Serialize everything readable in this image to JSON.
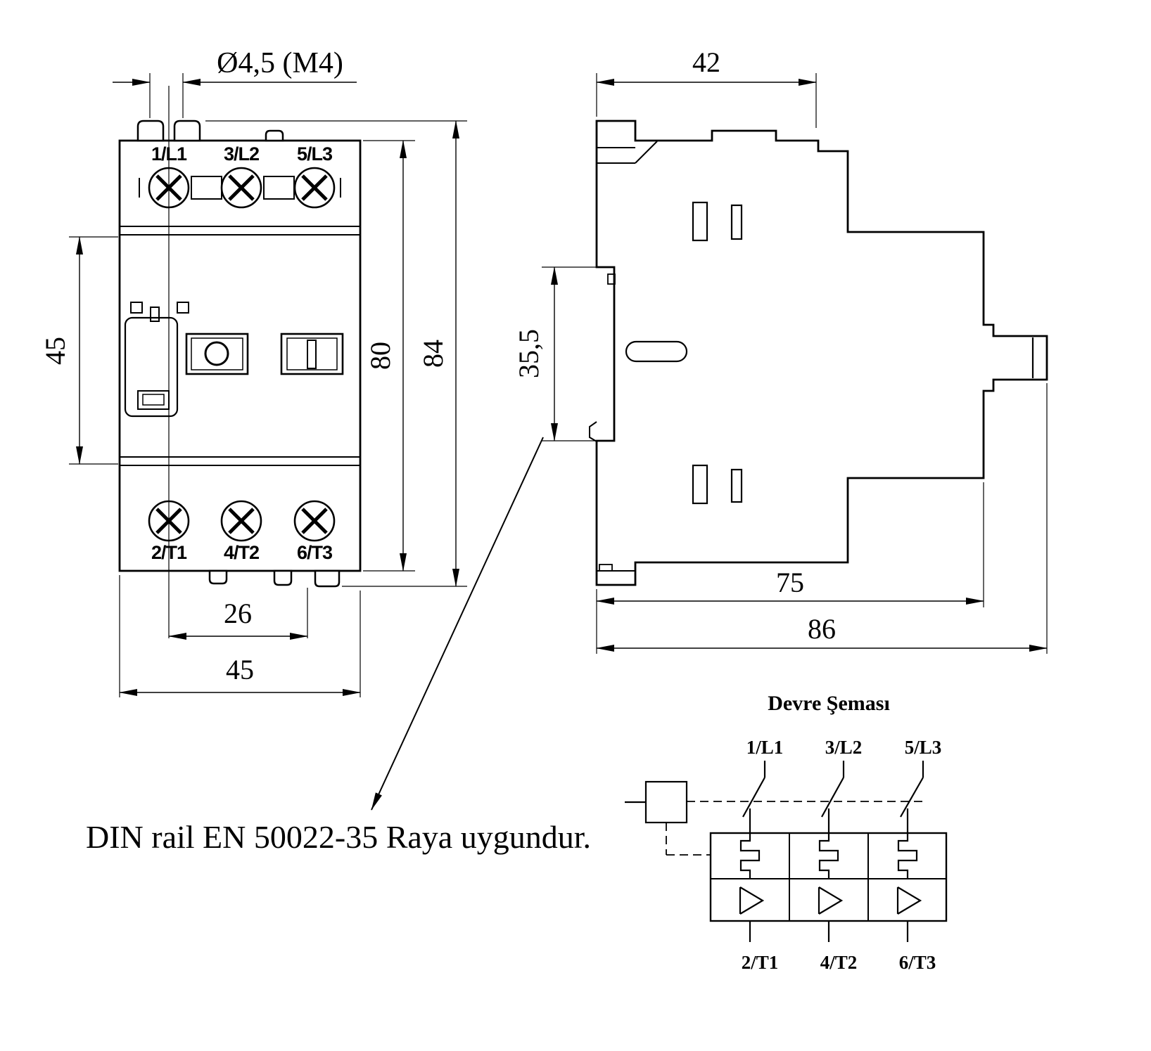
{
  "front_view": {
    "top_terminals": [
      "1/L1",
      "3/L2",
      "5/L3"
    ],
    "bottom_terminals": [
      "2/T1",
      "4/T2",
      "6/T3"
    ],
    "dims": {
      "mounting_hole": "Ø4,5 (M4)",
      "body_height": "45",
      "inner_height": "80",
      "total_height": "84",
      "hole_spacing": "26",
      "width": "45"
    }
  },
  "side_view": {
    "dims": {
      "upper_depth": "42",
      "din_rail_height": "35,5",
      "depth": "75",
      "total_depth": "86"
    }
  },
  "note": "DIN rail EN 50022-35 Raya uygundur.",
  "schematic": {
    "title": "Devre Şeması",
    "input_terminals": [
      "1/L1",
      "3/L2",
      "5/L3"
    ],
    "output_terminals": [
      "2/T1",
      "4/T2",
      "6/T3"
    ]
  },
  "colors": {
    "line": "#000000",
    "background": "#ffffff"
  }
}
